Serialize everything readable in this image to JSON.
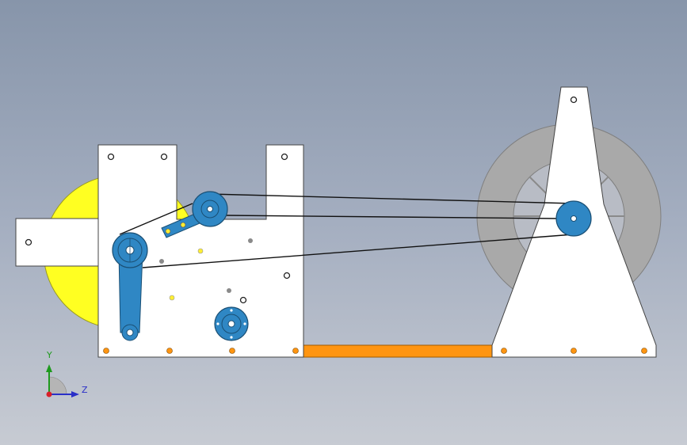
{
  "viewport": {
    "title": "",
    "background_top": "#8795aa",
    "background_bottom": "#c7cbd3"
  },
  "colors": {
    "plate": "#ffffff",
    "part_blue": "#2f87c4",
    "yellow_disc": "#ffff22",
    "orange_base": "#ff9511",
    "gray_wheel": "#a9a9a9",
    "belt": "#111111"
  },
  "assembly": {
    "parts": [
      "left-frame-plate",
      "cross-arm",
      "yellow-disc",
      "crank-arm",
      "drive-pulley",
      "small-pulley",
      "small-lever",
      "small-gear",
      "belt-upper",
      "belt-lower",
      "orange-base-rail",
      "right-a-frame",
      "gray-wheel",
      "right-pulley"
    ]
  },
  "triad": {
    "y_label": "Y",
    "z_label": "Z",
    "icons": [
      "coordinate-triad-icon"
    ]
  }
}
